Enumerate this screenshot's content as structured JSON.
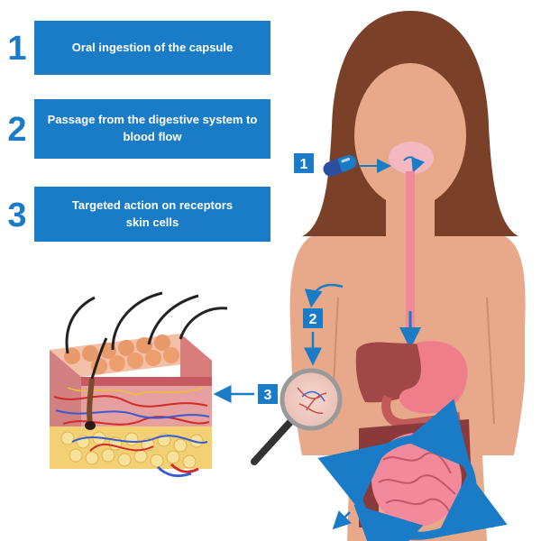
{
  "steps": [
    {
      "number": "1",
      "text": "Oral ingestion of the capsule"
    },
    {
      "number": "2",
      "text": "Passage from the digestive system to\nblood flow"
    },
    {
      "number": "3",
      "text": "Targeted action on receptors\nskin cells"
    }
  ],
  "badges": [
    "1",
    "2",
    "3"
  ],
  "colors": {
    "accent": "#1a7cc7",
    "skin": "#e8a88a",
    "hair": "#7a4128",
    "digestive_pink": "#f08a9a",
    "stomach": "#f07d8a",
    "liver": "#a04848",
    "colon": "#8a3a3a"
  }
}
